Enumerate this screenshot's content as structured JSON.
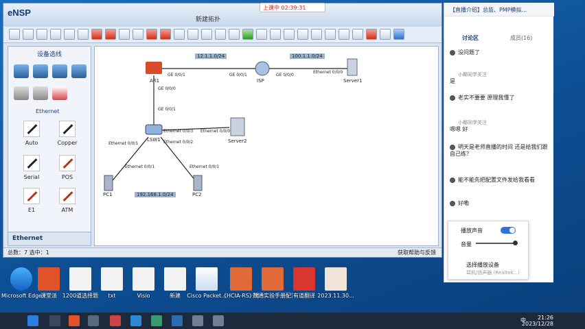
{
  "app": {
    "logo": "eNSP",
    "window_title": "新建拓扑"
  },
  "recording": {
    "label": "上课中 02:39:31"
  },
  "device_panel": {
    "title": "设备选线",
    "category": "Ethernet",
    "cables": [
      {
        "label": "Auto"
      },
      {
        "label": "Copper"
      },
      {
        "label": "Serial"
      },
      {
        "label": "POS"
      },
      {
        "label": "E1"
      },
      {
        "label": "ATM"
      }
    ],
    "bottom_label": "Ethernet"
  },
  "topology": {
    "nodes": [
      {
        "label": "AR1"
      },
      {
        "label": "ISP"
      },
      {
        "label": "Server1"
      },
      {
        "label": "LSW1"
      },
      {
        "label": "Server2"
      },
      {
        "label": "PC1"
      },
      {
        "label": "PC2"
      }
    ],
    "ports": {
      "ar1_ge001": "GE 0/0/1",
      "isp_ge001": "GE 0/0/1",
      "isp_ge000": "GE 0/0/0",
      "server1_eth000": "Ethernet 0/0/0",
      "ar1_ge000": "GE 0/0/0",
      "lsw1_ge001": "GE 0/0/1",
      "lsw1_eth003": "Ethernet 0/0/3",
      "server2_eth000": "Ethernet 0/0/0",
      "lsw1_eth002": "Ethernet 0/0/2",
      "lsw1_eth001": "Ethernet 0/0/1",
      "pc1_eth001": "Ethernet 0/0/1",
      "pc2_eth001": "Ethernet 0/0/1"
    },
    "ip_notes": [
      "12.1.1.0/24",
      "100.1.1.0/24",
      "192.168.1.0/24"
    ]
  },
  "status": {
    "left": "总数：7 选中：1",
    "right": "获取帮助与反馈"
  },
  "chat": {
    "header": "【直播介绍】总监、PMP模拟...",
    "tab_discussion": "讨论区",
    "tab_members": "成员(16)",
    "messages": [
      {
        "name": "",
        "text": "没问题了"
      },
      {
        "name": "小椰同学关注",
        "text": "是"
      },
      {
        "name": "",
        "text": "老实不要要 原理我懂了"
      },
      {
        "name": "小椰同学关注",
        "text": "嗯嗯 好"
      },
      {
        "name": "",
        "text": "明天是老师直播的时间 还是给我们跟自己练？"
      },
      {
        "name": "",
        "text": "能不能先把配置文件发给我看看"
      },
      {
        "name": "",
        "text": "好嘞"
      }
    ]
  },
  "popup": {
    "label_sound": "播放声音",
    "label_volume": "音量",
    "label_device": "选择播放设备",
    "device_value": "耳机/扬声器 (Realtek...)",
    "volume": 0.95
  },
  "desktop_icons": [
    {
      "label": "Microsoft Edge"
    },
    {
      "label": "课堂派"
    },
    {
      "label": "1200道选择题"
    },
    {
      "label": "txt"
    },
    {
      "label": "Visio"
    },
    {
      "label": "新建"
    },
    {
      "label": "Cisco Packet..."
    },
    {
      "label": "《HCIA-RS》考试大纲.pdf"
    },
    {
      "label": "数通实验手册配置文件.pdf"
    },
    {
      "label": "有道翻译"
    },
    {
      "label": "2023.11.30..."
    }
  ],
  "taskbar": {
    "time": "21:26",
    "date": "2023/12/28",
    "ime": "中"
  }
}
